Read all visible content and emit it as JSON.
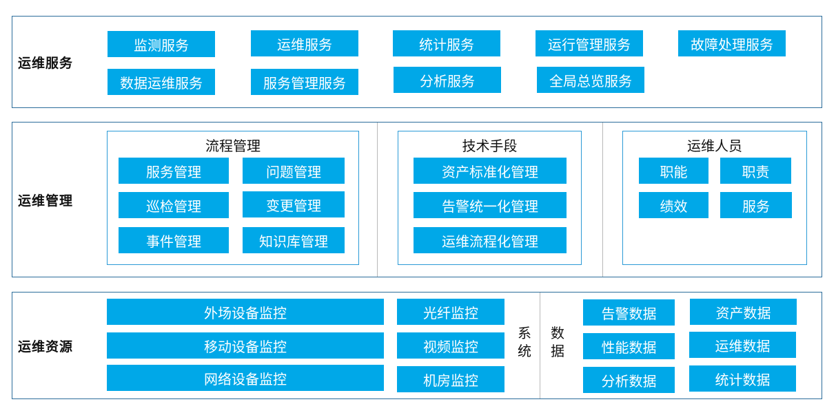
{
  "service": {
    "label": "运维服务",
    "items": [
      "监测服务",
      "运维服务",
      "统计服务",
      "运行管理服务",
      "故障处理服务",
      "数据运维服务",
      "服务管理服务",
      "分析服务",
      "全局总览服务"
    ]
  },
  "management": {
    "label": "运维管理",
    "process": {
      "title": "流程管理",
      "items": [
        "服务管理",
        "问题管理",
        "巡检管理",
        "变更管理",
        "事件管理",
        "知识库管理"
      ]
    },
    "tech": {
      "title": "技术手段",
      "items": [
        "资产标准化管理",
        "告警统一化管理",
        "运维流程化管理"
      ]
    },
    "people": {
      "title": "运维人员",
      "items": [
        "职能",
        "职责",
        "绩效",
        "服务"
      ]
    }
  },
  "resources": {
    "label": "运维资源",
    "system": {
      "label": "系统",
      "items": [
        "外场设备监控",
        "移动设备监控",
        "网络设备监控",
        "光纤监控",
        "视频监控",
        "机房监控"
      ]
    },
    "data": {
      "label": "数据",
      "items": [
        "告警数据",
        "资产数据",
        "性能数据",
        "运维数据",
        "分析数据",
        "统计数据"
      ]
    }
  },
  "colors": {
    "box": "#00a8e8",
    "border": "#2a6c9a",
    "group_border": "#2a9ad6"
  }
}
